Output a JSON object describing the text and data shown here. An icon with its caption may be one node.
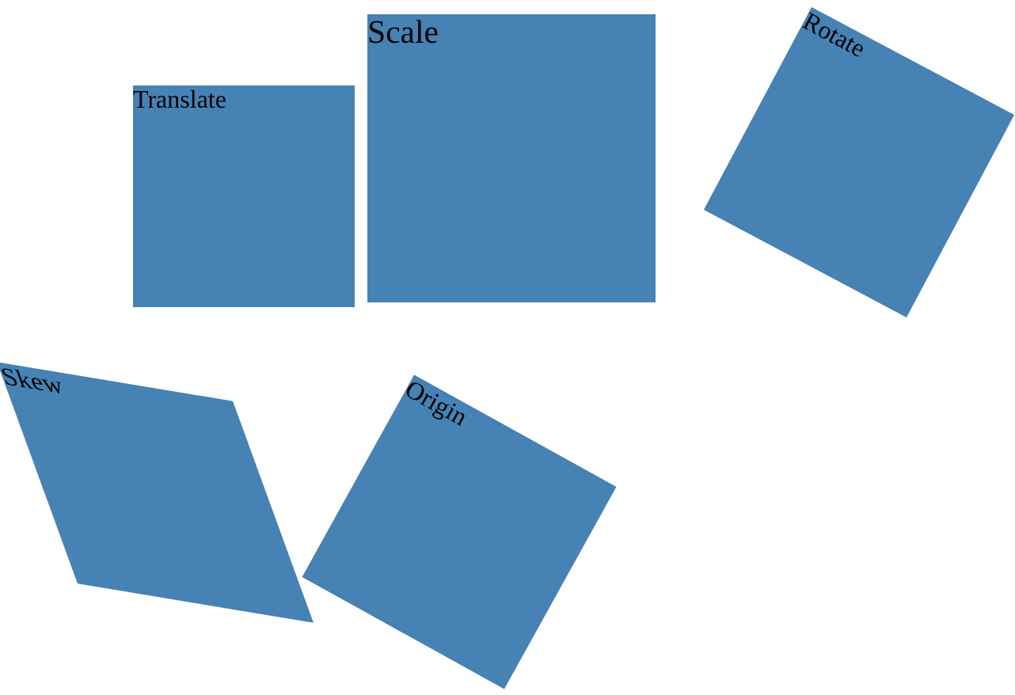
{
  "diagram": {
    "nodes": [
      {
        "text": [
          "Translate"
        ]
      },
      {
        "text": [
          "Scale"
        ]
      },
      {
        "text": [
          "Rotate"
        ]
      },
      {
        "text": [
          "Skew"
        ]
      },
      {
        "text": [
          "Origin"
        ]
      }
    ]
  }
}
